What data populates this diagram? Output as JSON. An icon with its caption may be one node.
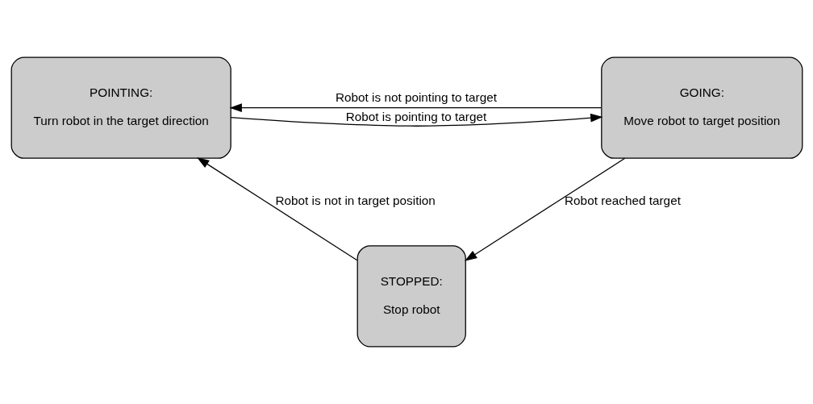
{
  "diagram": {
    "nodes": [
      {
        "text": [
          "POINTING:",
          "Turn robot in the target direction"
        ]
      },
      {
        "text": [
          "GOING:",
          "Move robot to target position"
        ]
      },
      {
        "text": [
          "STOPPED:",
          "Stop robot"
        ]
      }
    ],
    "edges": [
      {
        "from": 1,
        "to": 0,
        "arrow": "to",
        "label": "Robot is not pointing to target"
      },
      {
        "from": 0,
        "to": 1,
        "arrow": "to",
        "label": "Robot is pointing to target"
      },
      {
        "from": 1,
        "to": 2,
        "arrow": "to",
        "label": "Robot reached target"
      },
      {
        "from": 2,
        "to": 0,
        "arrow": "to",
        "label": "Robot is not in target position"
      }
    ]
  }
}
